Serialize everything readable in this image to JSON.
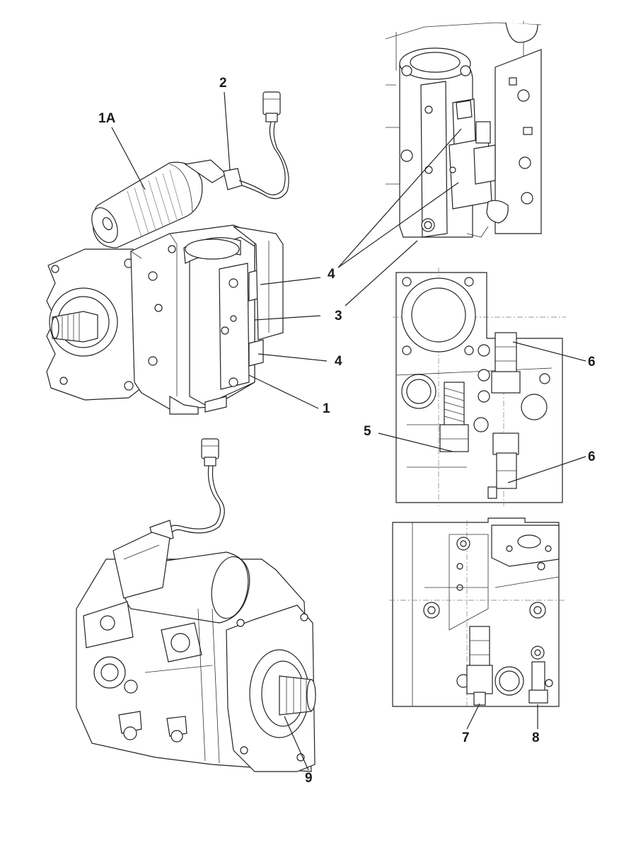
{
  "callouts": {
    "c1a": "1A",
    "c2": "2",
    "c4_top": "4",
    "c3": "3",
    "c4_bottom": "4",
    "c1": "1",
    "c6_top": "6",
    "c5": "5",
    "c6_bottom": "6",
    "c7": "7",
    "c8": "8",
    "c9": "9"
  },
  "colors": {
    "ink": "#222222",
    "background": "#ffffff"
  }
}
